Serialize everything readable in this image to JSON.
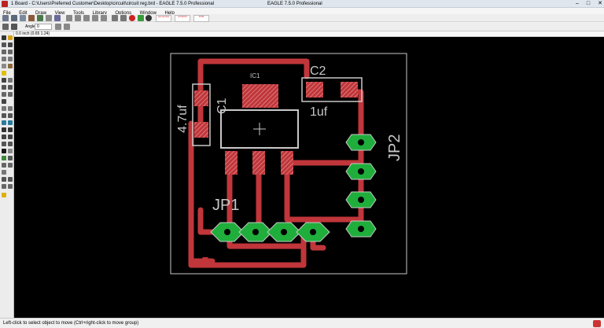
{
  "window": {
    "title": "1 Board - C:\\Users\\Preferred Customer\\Desktop\\circuit\\circuit reg.brd - EAGLE 7.5.0 Professional",
    "center_title": "EAGLE 7.5.0 Professional",
    "min": "–",
    "max": "□",
    "close": "✕"
  },
  "menu": [
    "File",
    "Edit",
    "Draw",
    "View",
    "Tools",
    "Library",
    "Options",
    "Window",
    "Help"
  ],
  "toolbar": {
    "logos": [
      "element14",
      "FUSION",
      "PCB"
    ],
    "angle_label": "Angle:",
    "angle_value": "0"
  },
  "coord_readout": "0.0 inch (0.65 1.24)",
  "status": {
    "message": "Left-click to select object to move (Ctrl+right-click to move group)"
  },
  "board": {
    "labels": {
      "ic1": "IC1",
      "c1_name": "C1",
      "c1_value": "4.7uf",
      "c2_name": "C2",
      "c2_value": "1uf",
      "jp1": "JP1",
      "jp2": "JP2"
    },
    "colors": {
      "trace": "#c0363a",
      "pad": "#1fae3b",
      "outline": "#c8c8c8",
      "background": "#000000"
    }
  }
}
